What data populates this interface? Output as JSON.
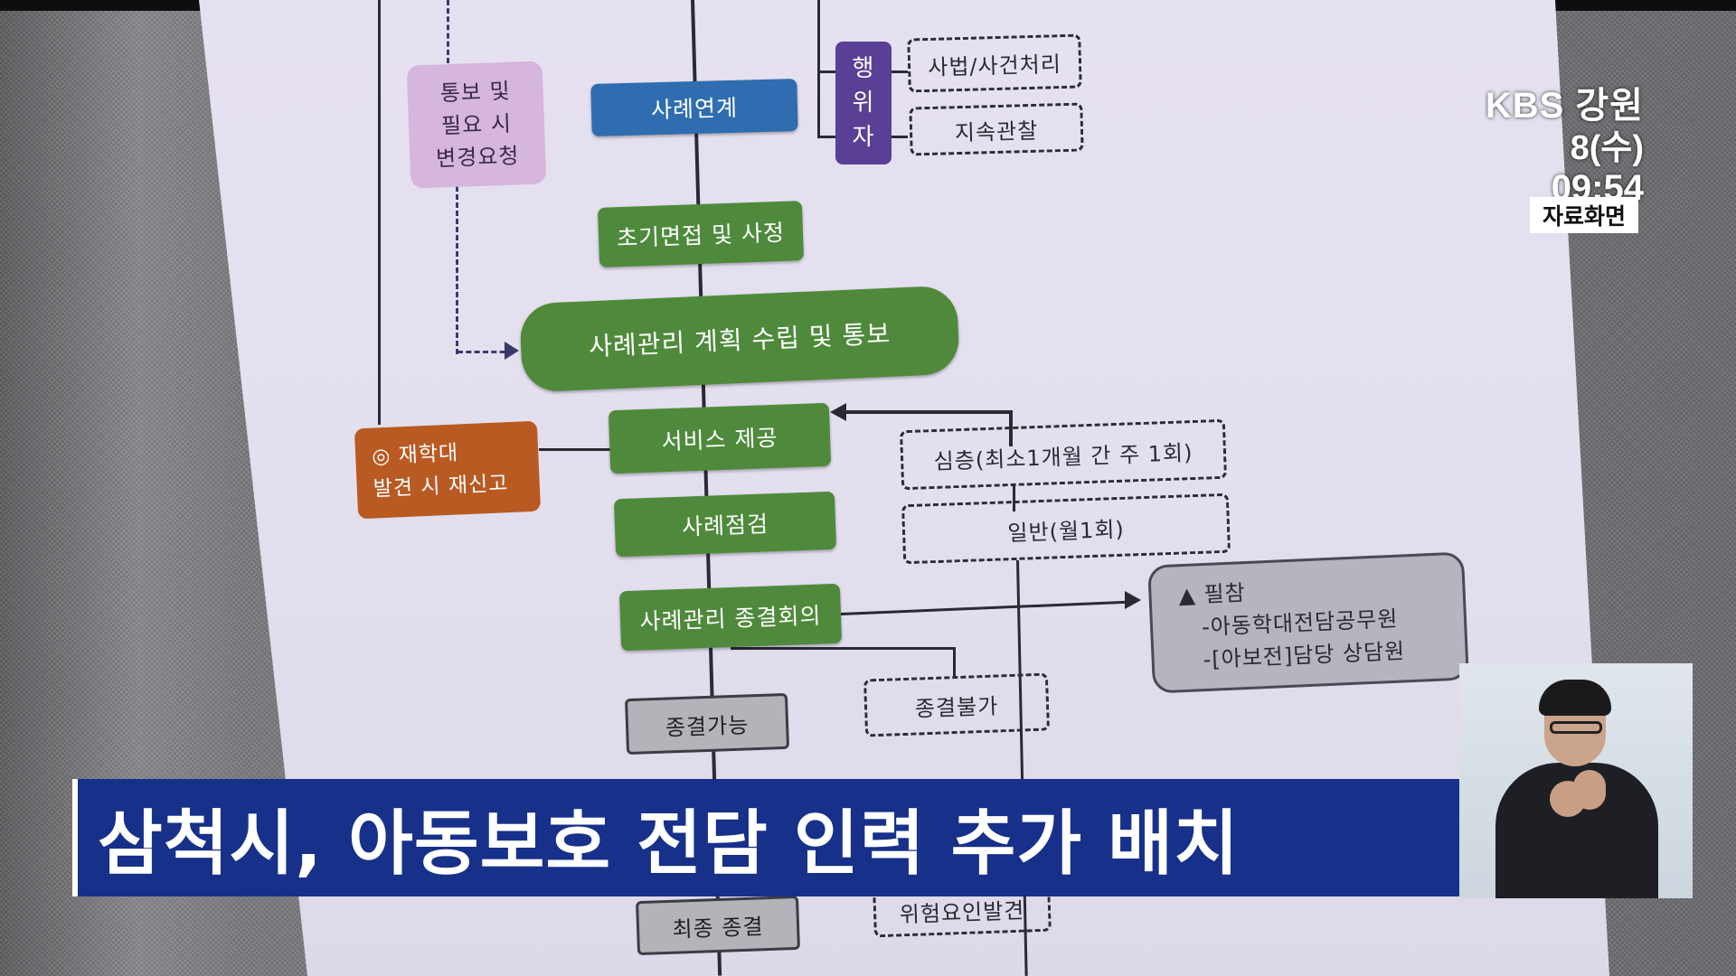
{
  "broadcaster": {
    "logo": "KBS 강원",
    "date": "8(수)",
    "time": "09:54",
    "tag": "자료화면"
  },
  "caption": "삼척시, 아동보호 전담 인력 추가 배치",
  "flowchart": {
    "notify_change": [
      "통보 및",
      "필요 시",
      "변경요청"
    ],
    "case_link": "사례연계",
    "offender": [
      "행",
      "위",
      "자"
    ],
    "judicial": "사법/사건처리",
    "observation": "지속관찰",
    "initial_interview": "초기면접 및 사정",
    "plan": "사례관리 계획 수립 및 통보",
    "reabuse": [
      "◎ 재학대",
      "발견 시 재신고"
    ],
    "service": "서비스 제공",
    "intensive": "심층(최소1개월 간 주 1회)",
    "general": "일반(월1회)",
    "case_check": "사례점검",
    "closing_meeting": "사례관리 종결회의",
    "attendance_title": "▲ 필참",
    "attendance_items": [
      "-아동학대전담공무원",
      "-[아보전]담당 상담원"
    ],
    "closable": "종결가능",
    "not_closable": "종결불가",
    "final_close": "최종 종결",
    "risk": "위험요인발견"
  }
}
